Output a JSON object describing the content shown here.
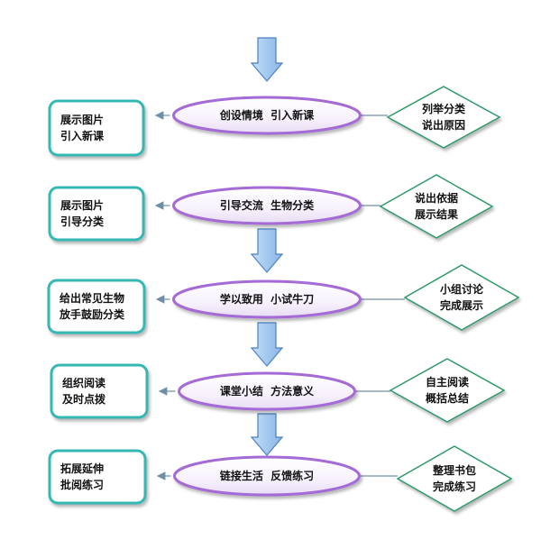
{
  "steps": [
    {
      "left": "展示图片\n引入新课",
      "center": "创设情境  引入新课",
      "right": "列举分类\n说出原因"
    },
    {
      "left": "展示图片\n引导分类",
      "center": "引导交流  生物分类",
      "right": "说出依据\n展示结果"
    },
    {
      "left": "给出常见生物\n放手鼓励分类",
      "center": "学以致用  小试牛刀",
      "right": "小组讨论\n完成展示"
    },
    {
      "left": "组织阅读\n及时点拨",
      "center": "课堂小结  方法意义",
      "right": "自主阅读\n概括总结"
    },
    {
      "left": "拓展延伸\n批阅练习",
      "center": "链接生活  反馈练习",
      "right": "整理书包\n完成练习"
    }
  ],
  "colors": {
    "teal_border": "#34b8b4",
    "purple_border": "#a46ad6",
    "diamond_border": "#2f9a6a",
    "arrow_fill": "#a9cdf0",
    "arrow_stroke": "#4a7fbf",
    "connector": "#6f8fa6"
  }
}
